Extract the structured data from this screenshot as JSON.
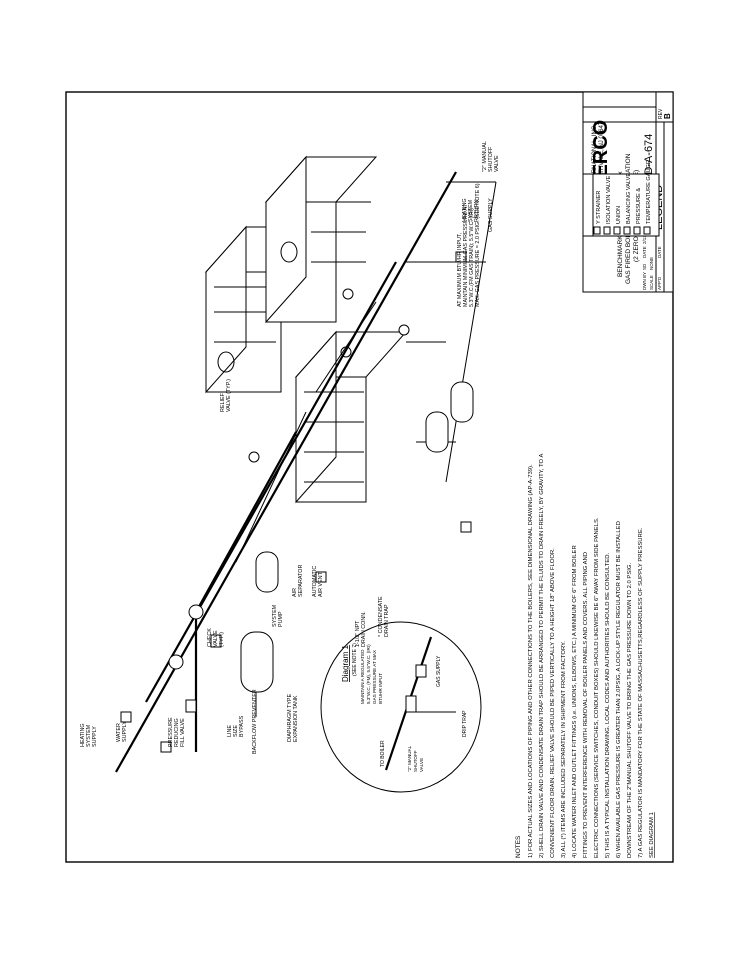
{
  "legend": {
    "title": "LEGEND",
    "items": [
      "Y STRAINER",
      "ISOLATION VALVE",
      "UNION",
      "BALANCING VALVE",
      "PRESSURE &",
      "TEMPERATURE GAUGE"
    ]
  },
  "title_block": {
    "brand": "AERCO",
    "company_line1": "INTERNATIONAL, INC.",
    "company_line2": "NORTHVALE, NJ  07647",
    "description_line1": "BENCHMARK 2 MIL BTU LOW NOx",
    "description_line2": "GAS FIRED BOILER 3-UNIT INSTALLATION",
    "description_line3": "(2 ZERO-SIDE & 1 SEPARATE)",
    "drawn_by_label": "DWN BY",
    "drawn_by": "SD",
    "date_label": "DATE",
    "date": "2/13/06",
    "scale_label": "SCALE",
    "scale": "NONE",
    "appd_label": "APP'D",
    "date2_label": "DATE",
    "drawing_number": "SD-A-674",
    "rev_label": "REV",
    "rev": "B"
  },
  "labels": {
    "manual_shutoff_top": [
      "\"2\" MANUAL",
      "SHUTOFF",
      "VALVE"
    ],
    "heating_return": [
      "HEATING",
      "SYSTEM",
      "RETURN"
    ],
    "gas_supply_top": "GAS SUPPLY",
    "gas_pressure_note": [
      "AT MAXIMUM BTU/HR INPUT,",
      "MAINTAIN MINIMUM GAS PRESSURE AT",
      "5.3\"W.C.(FM GAS TRAIN); 5.5\"W.C. (IRI)",
      "MAX. GAS PRESSURE = 2.0 PSIG. (SEE NOTE 6)"
    ],
    "relief_valve": [
      "RELIEF",
      "VALVE (TYP.)"
    ],
    "auto_air_vent": [
      "AUTOMATIC",
      "AIR VENT"
    ],
    "air_separator": [
      "AIR",
      "SEPARATOR"
    ],
    "system_pump": [
      "SYSTEM",
      "PUMP"
    ],
    "check_valve": [
      "CHECK",
      "VALVE",
      "(TYP.)"
    ],
    "heating_supply": [
      "HEATING",
      "SYSTEM",
      "SUPPLY"
    ],
    "water_supply": [
      "WATER",
      "SUPPLY"
    ],
    "pressure_reducing": [
      "PRESSURE",
      "REDUCING",
      "FILL VALVE"
    ],
    "line_size_bypass": [
      "LINE",
      "SIZE",
      "BYPASS"
    ],
    "backflow": "BACKFLOW PREVENTER",
    "expansion_tank": [
      "DIAPHRAGM TYPE",
      "EXPANSION TANK"
    ],
    "npt_drain": [
      "1-1/2\" NPT",
      "DRAIN CONN."
    ],
    "condensate": [
      "* CONDENSATE",
      "DRAIN TRAP"
    ]
  },
  "diagram1": {
    "title": "Diagram 1",
    "subtitle": "(SEE NOTE 7)",
    "regulated": [
      "MAINTAIN A REGULATED",
      "5.3\"W.C. (FM), 5.5\"W.C. (IRI)",
      "GAS PRESSURE AT MAX",
      "BTUHR INPUT"
    ],
    "gas_supply": "GAS SUPPLY",
    "drip_trap": "DRIP TRAP",
    "to_boiler": "TO BOILER",
    "manual_shutoff": [
      "\"2\" MANUAL",
      "SHUTOFF",
      "VALVE"
    ]
  },
  "notes": {
    "heading": "NOTES",
    "items": [
      "1) FOR ACTUAL SIZES AND LOCATIONS OF PIPING AND OTHER CONNECTIONS TO THE BOILERS, SEE DIMENSIONAL DRAWING (AP-A-739).",
      "2) SHELL DRAIN VALVE AND CONDENSATE DRAIN TRAP SHOULD BE ARRANGED TO PERMIT THE FLUIDS TO DRAIN FREELY, BY GRAVITY, TO A",
      "    CONVENIENT FLOOR DRAIN. RELIEF VALVE SHOULD BE PIPED VERTICALLY TO A HEIGHT 18\" ABOVE FLOOR.",
      "3) ALL (*) ITEMS ARE INCLUDED SEPARATELY IN SHIPMENT FROM FACTORY.",
      "4) LOCATE WATER INLET AND OUTLET FITTINGS (i.e. UNIONS, ELBOWS, ETC.) A MINIMUM OF 6\" FROM BOILER",
      "    FITTINGS TO PREVENT INTERFERENCE WITH REMOVAL OF BOILER PANELS AND COVERS.  ALL PIPING AND",
      "    ELECTRIC CONNECTIONS (SERVICE SWITCHES, CONDUIT BOXES) SHOULD LIKEWISE BE 6\" AWAY FROM SIDE PANELS.",
      "5) THIS IS A TYPICAL INSTALLATION DRAWING.  LOCAL CODES AND AUTHORITIES SHOULD BE CONSULTED.",
      "6) WHEN AVAILABLE GAS PRESSURE IS GREATER THAN 2.0PSIG, A LOCK-UP STYLE REGULATOR MUST BE INSTALLED",
      "    DOWNSTREAM OF THE 2\"MANUAL SHUTOFF VALVE TO BRING THE GAS PRESSURE DOWN TO 2.0 PSIG.",
      "7) A GAS REGULATOR IS MANDATORY FOR THE STATE OF MASSACHUSETTS,REGARDLESS OF SUPPLY PRESSURE.",
      "    SEE DIAGRAM 1"
    ]
  }
}
